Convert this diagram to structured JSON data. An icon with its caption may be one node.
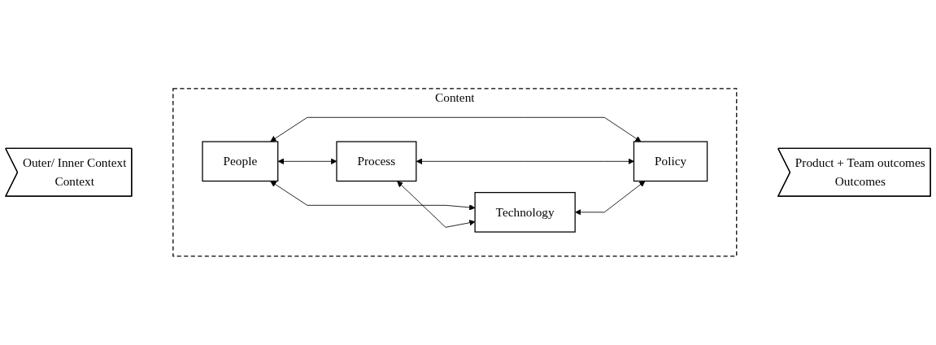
{
  "diagram": {
    "nodes": [
      {
        "text": [
          "Outer/ Inner Context",
          "Context"
        ]
      },
      {
        "text": [
          "Content"
        ]
      },
      {
        "text": [
          "People"
        ],
        "in": 1
      },
      {
        "text": [
          "Process"
        ],
        "in": 1
      },
      {
        "text": [
          "Technology"
        ],
        "in": 1
      },
      {
        "text": [
          "Policy"
        ],
        "in": 1
      },
      {
        "text": [
          "Product + Team outcomes",
          "Outcomes"
        ]
      }
    ],
    "edges": [
      {
        "from": 2,
        "to": 3,
        "arrow": "both"
      },
      {
        "from": 2,
        "to": 4,
        "arrow": "both"
      },
      {
        "from": 2,
        "to": 5,
        "arrow": "both"
      },
      {
        "from": 3,
        "to": 4,
        "arrow": "both"
      },
      {
        "from": 3,
        "to": 5,
        "arrow": "both"
      },
      {
        "from": 4,
        "to": 5,
        "arrow": "both"
      }
    ]
  }
}
